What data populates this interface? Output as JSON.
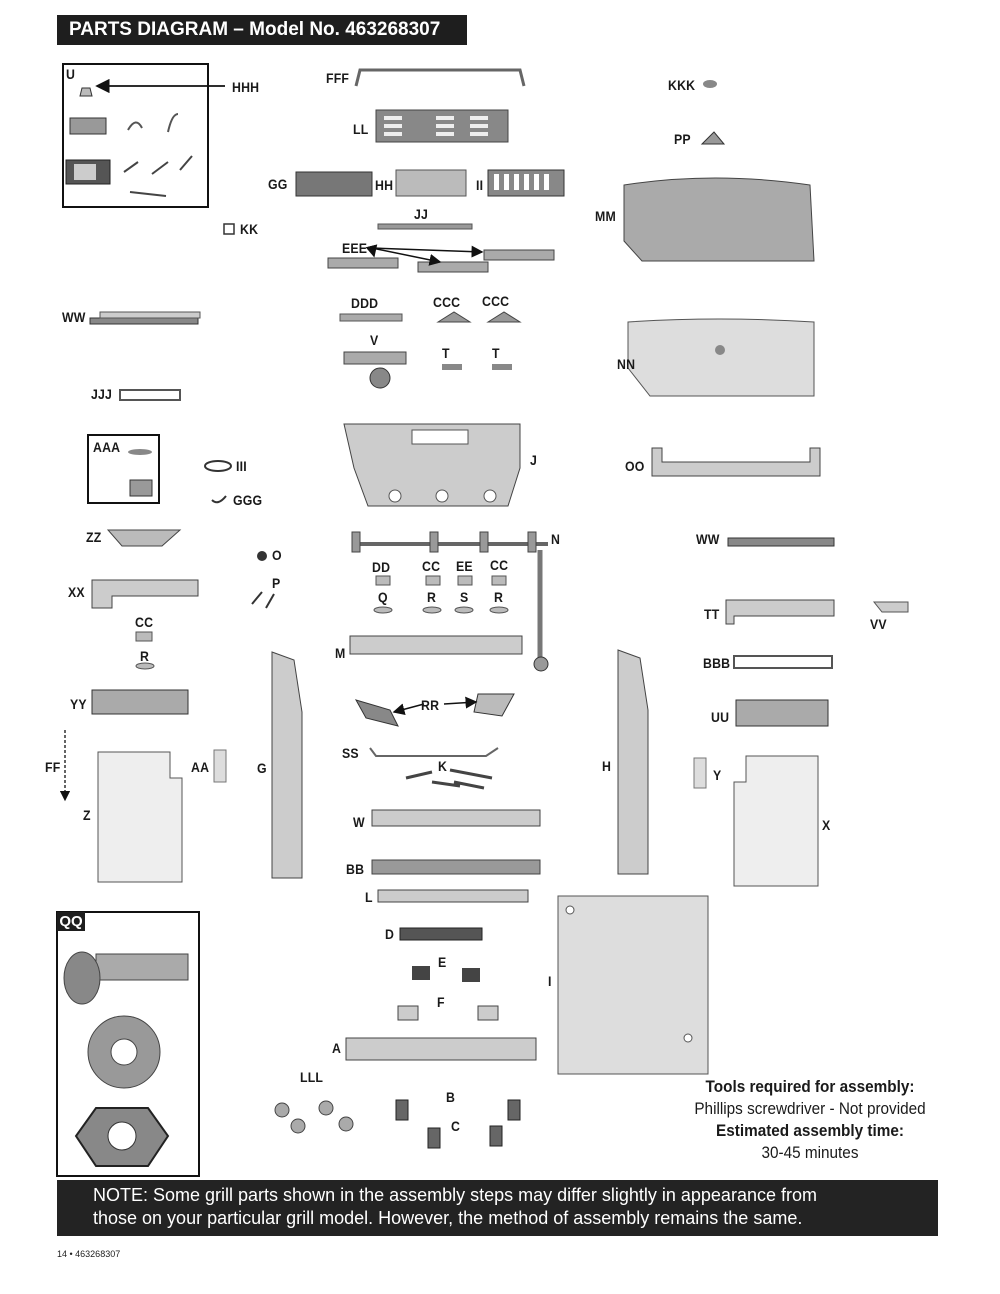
{
  "header": {
    "title": "PARTS DIAGRAM – Model No. 463268307"
  },
  "labels": {
    "U": "U",
    "HHH": "HHH",
    "FFF": "FFF",
    "KKK": "KKK",
    "LL": "LL",
    "PP": "PP",
    "GG": "GG",
    "HH": "HH",
    "II": "II",
    "JJ": "JJ",
    "MM": "MM",
    "KK": "KK",
    "EEE": "EEE",
    "WW1": "WW",
    "DDD": "DDD",
    "CCC1": "CCC",
    "CCC2": "CCC",
    "V": "V",
    "T1": "T",
    "T2": "T",
    "NN": "NN",
    "JJJ": "JJJ",
    "AAA": "AAA",
    "III": "III",
    "GGG": "GGG",
    "J": "J",
    "OO": "OO",
    "ZZ": "ZZ",
    "O": "O",
    "N": "N",
    "WW2": "WW",
    "DD": "DD",
    "CC1": "CC",
    "EE": "EE",
    "CC2": "CC",
    "Q": "Q",
    "R1": "R",
    "S": "S",
    "R2": "R",
    "P": "P",
    "XX": "XX",
    "TT": "TT",
    "VV": "VV",
    "CC3": "CC",
    "R3": "R",
    "M": "M",
    "BBB": "BBB",
    "YY": "YY",
    "RR": "RR",
    "UU": "UU",
    "FF": "FF",
    "AA": "AA",
    "G": "G",
    "SS": "SS",
    "K": "K",
    "H": "H",
    "Y": "Y",
    "Z": "Z",
    "W": "W",
    "X": "X",
    "BB": "BB",
    "L": "L",
    "D": "D",
    "E": "E",
    "I": "I",
    "F": "F",
    "A": "A",
    "LLL": "LLL",
    "B": "B",
    "C": "C",
    "QQ": "QQ"
  },
  "tools": {
    "required_title": "Tools required for assembly:",
    "required_item": "Phillips screwdriver - Not provided",
    "time_title": "Estimated assembly time:",
    "time_value": "30-45 minutes"
  },
  "note": {
    "line1": "NOTE: Some grill parts shown in the assembly steps may differ slightly in appearance from",
    "line2": "those on your particular grill model. However, the method of assembly remains the same."
  },
  "footer": {
    "page": "14 • 463268307"
  }
}
